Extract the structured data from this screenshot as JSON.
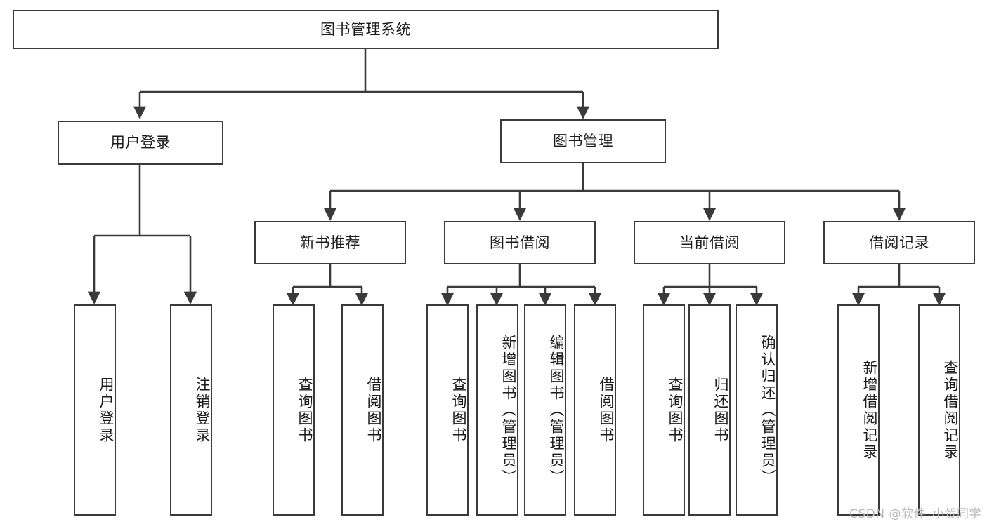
{
  "diagram": {
    "title": "图书管理系统",
    "type": "tree",
    "colors": {
      "stroke": "#3a3a3a",
      "fill": "#ffffff",
      "text": "#1b1b1b",
      "watermark": "#b9b9b9"
    },
    "watermark": "CSDN @软件_小贺同学",
    "nodes": {
      "root": {
        "label": "图书管理系统"
      },
      "level1": [
        {
          "id": "user-login",
          "label": "用户登录"
        },
        {
          "id": "book-manage",
          "label": "图书管理"
        }
      ],
      "level2": [
        {
          "id": "new-book-recommend",
          "label": "新书推荐"
        },
        {
          "id": "book-borrow",
          "label": "图书借阅"
        },
        {
          "id": "current-borrow",
          "label": "当前借阅"
        },
        {
          "id": "borrow-record",
          "label": "借阅记录"
        }
      ],
      "leaves": {
        "user-login": [
          {
            "id": "leaf-user-login",
            "label": "用户登录"
          },
          {
            "id": "leaf-logout-login",
            "label": "注销登录"
          }
        ],
        "new-book-recommend": [
          {
            "id": "leaf-query-book-1",
            "label": "查询图书"
          },
          {
            "id": "leaf-borrow-book-1",
            "label": "借阅图书"
          }
        ],
        "book-borrow": [
          {
            "id": "leaf-query-book-2",
            "label": "查询图书"
          },
          {
            "id": "leaf-add-book",
            "label": "新增图书（管理员）"
          },
          {
            "id": "leaf-edit-book",
            "label": "编辑图书（管理员）"
          },
          {
            "id": "leaf-borrow-book-2",
            "label": "借阅图书"
          }
        ],
        "current-borrow": [
          {
            "id": "leaf-query-book-3",
            "label": "查询图书"
          },
          {
            "id": "leaf-return-book",
            "label": "归还图书"
          },
          {
            "id": "leaf-confirm-return",
            "label": "确认归还（管理员）"
          }
        ],
        "borrow-record": [
          {
            "id": "leaf-add-record",
            "label": "新增借阅记录"
          },
          {
            "id": "leaf-query-record",
            "label": "查询借阅记录"
          }
        ]
      }
    }
  }
}
